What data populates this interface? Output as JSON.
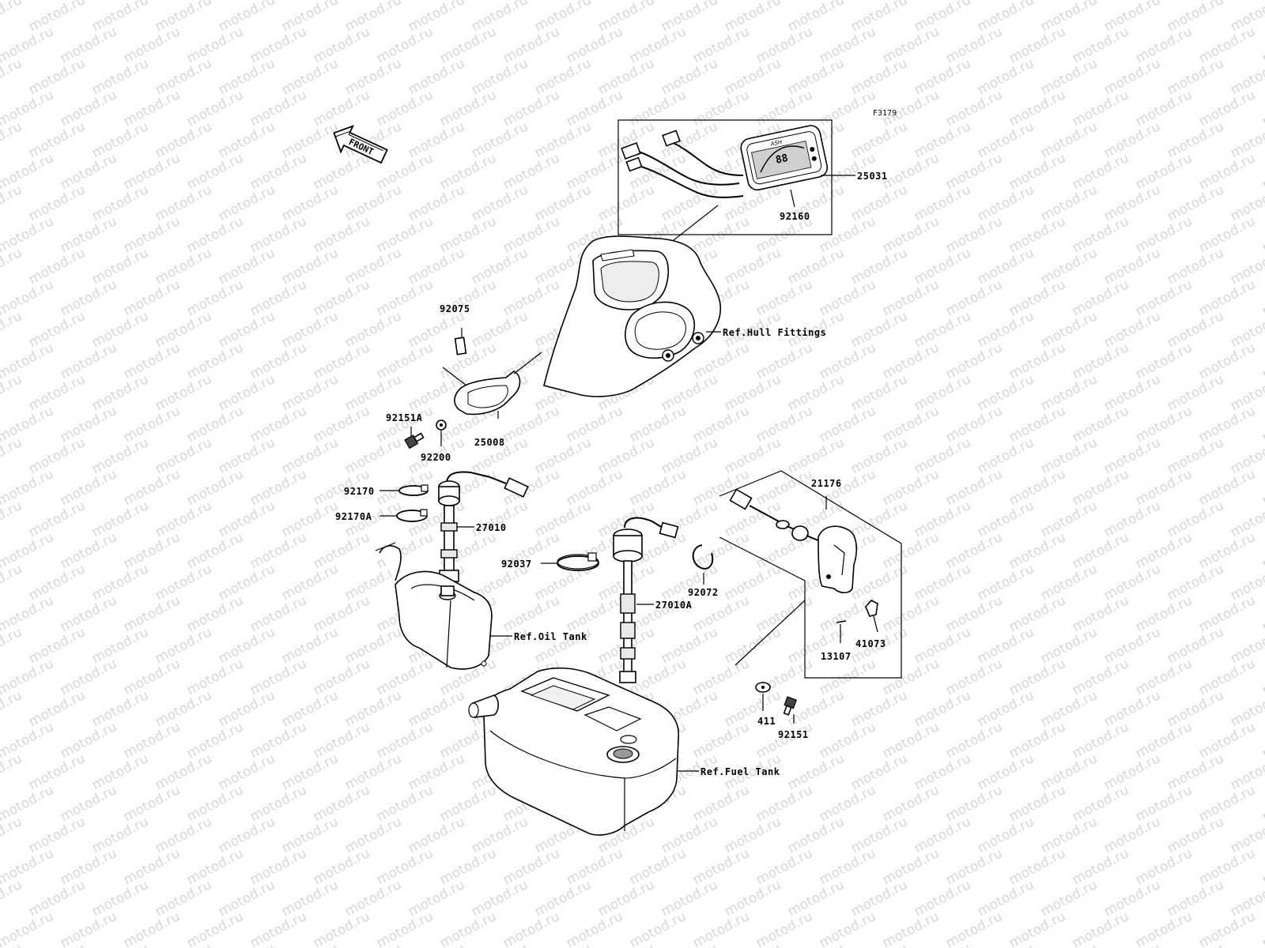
{
  "figure_code": "F3179",
  "direction_label": "FRONT",
  "watermark_text": "motod.ru",
  "parts": {
    "p25031": "25031",
    "p92160": "92160",
    "p92075": "92075",
    "p92151A": "92151A",
    "p25008": "25008",
    "p92200": "92200",
    "p92170": "92170",
    "p92170A": "92170A",
    "p27010": "27010",
    "p92037": "92037",
    "p27010A": "27010A",
    "p92072": "92072",
    "p21176": "21176",
    "p41073": "41073",
    "p13107": "13107",
    "p411": "411",
    "p92151": "92151"
  },
  "references": {
    "hull": "Ref.Hull Fittings",
    "oil": "Ref.Oil Tank",
    "fuel": "Ref.Fuel Tank"
  },
  "meter_badge": "ASH"
}
